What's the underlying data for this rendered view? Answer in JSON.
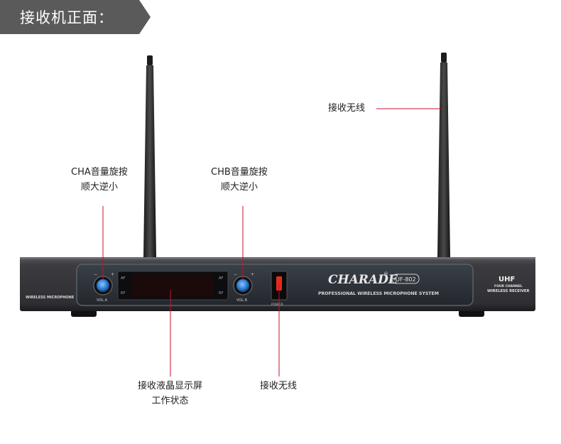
{
  "header": {
    "title": "接收机正面："
  },
  "callouts": {
    "antenna_right": "接收无线",
    "cha_knob": [
      "CHA音量旋按",
      "顺大逆小"
    ],
    "chb_knob": [
      "CHB音量旋按",
      "顺大逆小"
    ],
    "display": [
      "接收液晶显示屏",
      "工作状态"
    ],
    "power": "接收无线"
  },
  "device": {
    "left_side_text": "WIRELESS MICROPHONE",
    "brand": "CHARADE",
    "model": "UF-802",
    "tagline": "PROFESSIONAL WIRELESS MICROPHONE SYSTEM",
    "knob_a_label": "VOL.A",
    "knob_b_label": "VOL.B",
    "knob_minus": "−",
    "knob_plus": "+",
    "display_af": "AF",
    "display_rf": "RF",
    "power_label": "POWER",
    "right_title": "UHF",
    "right_line1": "FOUR CHANNEL",
    "right_line2": "WIRELESS RECEIVER"
  },
  "colors": {
    "banner": "#5a5a5a",
    "callout_line": "#c8102e",
    "body_metal": "#3a3a3e",
    "panel": "#2a2f35",
    "knob_blue": "#2f7fd6",
    "power_red": "#e32b1f"
  }
}
